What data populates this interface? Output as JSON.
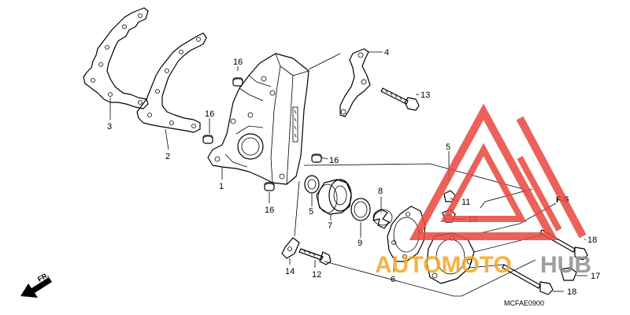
{
  "parts": [
    {
      "id": "callout-1",
      "label": "1"
    },
    {
      "id": "callout-2",
      "label": "2"
    },
    {
      "id": "callout-3",
      "label": "3"
    },
    {
      "id": "callout-4",
      "label": "4"
    },
    {
      "id": "callout-5-top",
      "label": "5"
    },
    {
      "id": "callout-5-mid",
      "label": "5"
    },
    {
      "id": "callout-6",
      "label": "6"
    },
    {
      "id": "callout-7",
      "label": "7"
    },
    {
      "id": "callout-8",
      "label": "8"
    },
    {
      "id": "callout-9",
      "label": "9"
    },
    {
      "id": "callout-10",
      "label": "10"
    },
    {
      "id": "callout-11",
      "label": "11"
    },
    {
      "id": "callout-12",
      "label": "12"
    },
    {
      "id": "callout-13",
      "label": "13"
    },
    {
      "id": "callout-14",
      "label": "14"
    },
    {
      "id": "callout-16-top",
      "label": "16"
    },
    {
      "id": "callout-16-left",
      "label": "16"
    },
    {
      "id": "callout-16-mid",
      "label": "16"
    },
    {
      "id": "callout-16-low",
      "label": "16"
    },
    {
      "id": "callout-17",
      "label": "17"
    },
    {
      "id": "callout-18-top",
      "label": "18"
    },
    {
      "id": "callout-18-bottom",
      "label": "18"
    }
  ],
  "reference": "F-5",
  "direction": "FR.",
  "diagram_code": "MCFAE0900",
  "watermark": {
    "text_orange": "AUTOMOTO",
    "text_grey": "HUB",
    "orange": "#f5a623",
    "grey": "#8e8e8e",
    "logo_red": "#e8473f"
  }
}
